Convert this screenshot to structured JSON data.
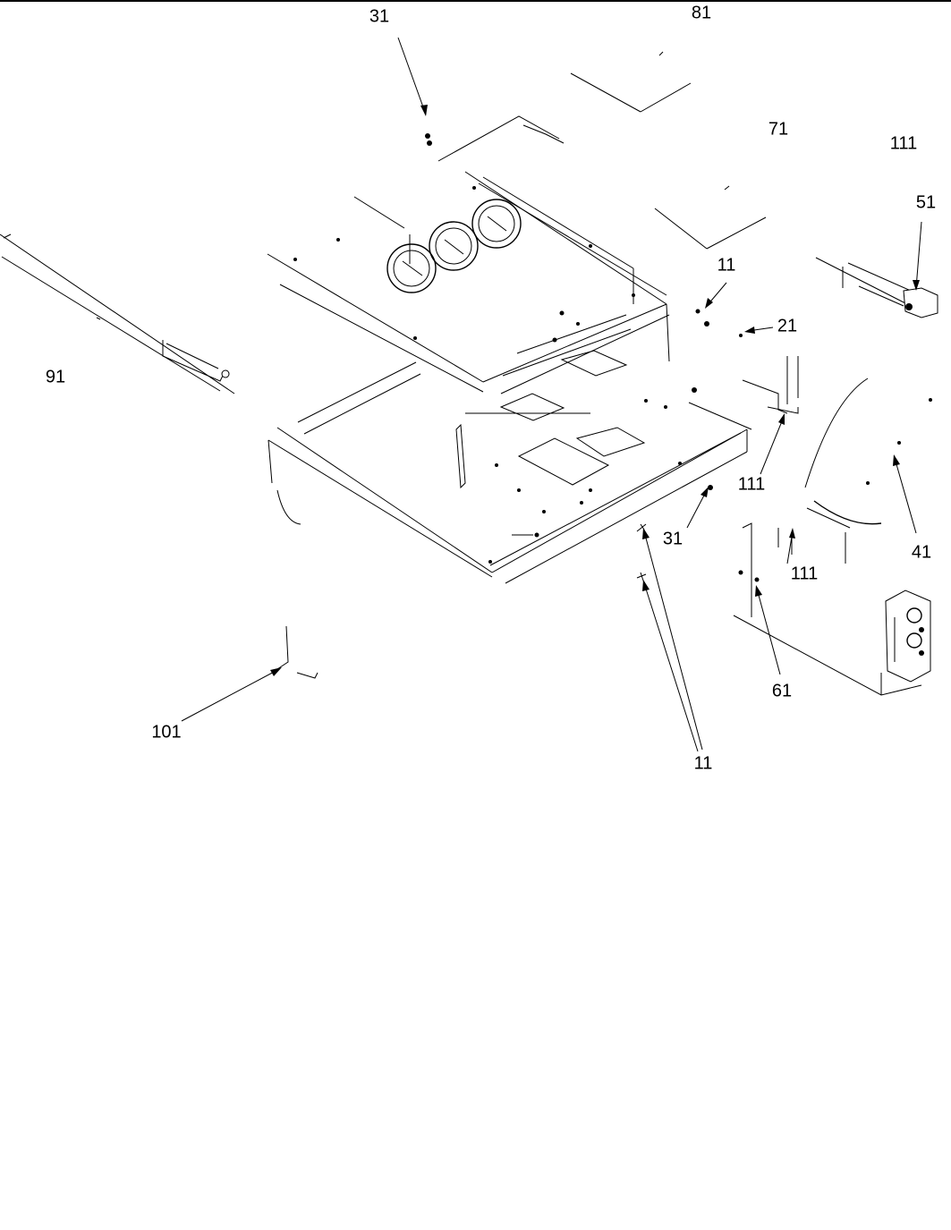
{
  "diagram": {
    "callouts": [
      {
        "id": "c31a",
        "label": "31"
      },
      {
        "id": "c81",
        "label": "81"
      },
      {
        "id": "c71",
        "label": "71"
      },
      {
        "id": "c111a",
        "label": "111"
      },
      {
        "id": "c51",
        "label": "51"
      },
      {
        "id": "c11a",
        "label": "11"
      },
      {
        "id": "c21",
        "label": "21"
      },
      {
        "id": "c91",
        "label": "91"
      },
      {
        "id": "c111b",
        "label": "111"
      },
      {
        "id": "c31b",
        "label": "31"
      },
      {
        "id": "c41",
        "label": "41"
      },
      {
        "id": "c111c",
        "label": "111"
      },
      {
        "id": "c61",
        "label": "61"
      },
      {
        "id": "c101",
        "label": "101"
      },
      {
        "id": "c11b",
        "label": "11"
      }
    ]
  }
}
